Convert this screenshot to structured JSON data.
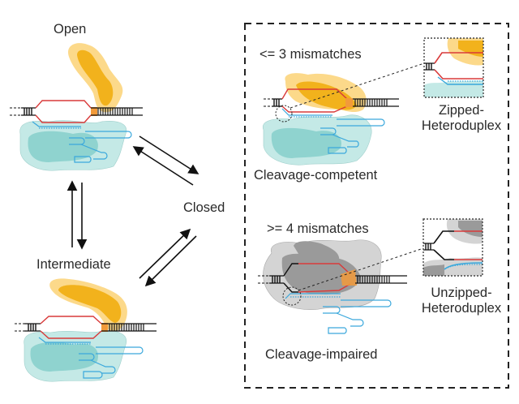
{
  "states": {
    "open": {
      "label": "Open"
    },
    "intermediate": {
      "label": "Intermediate"
    },
    "closed": {
      "label": "Closed"
    }
  },
  "panel": {
    "top": {
      "condition": "<= 3 mismatches",
      "outcome": "Cleavage-competent",
      "inset_label_line1": "Zipped-",
      "inset_label_line2": "Heteroduplex"
    },
    "bottom": {
      "condition": ">= 4 mismatches",
      "outcome": "Cleavage-impaired",
      "inset_label_line1": "Unzipped-",
      "inset_label_line2": "Heteroduplex"
    }
  },
  "colors": {
    "hnh_domain": "#f2b21c",
    "hnh_light": "#fcd98a",
    "rec_lobe": "#8fd3cf",
    "rec_light": "#c4e9e6",
    "impaired_dark": "#9a9a9a",
    "impaired_light": "#d4d4d4",
    "target_strand": "#d93a3a",
    "guide_rna": "#3aa8dc",
    "pam": "#f29a3a",
    "dna": "#111111"
  }
}
